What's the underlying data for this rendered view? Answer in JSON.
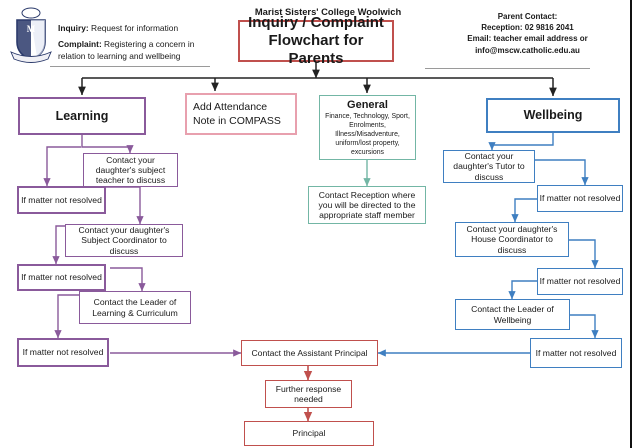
{
  "meta": {
    "school_name": "Marist Sisters' College Woolwich",
    "crest_icon": "school-crest-icon"
  },
  "legend": {
    "inquiry_label": "Inquiry:",
    "inquiry_text": " Request for information",
    "complaint_label": "Complaint:",
    "complaint_text": " Registering a concern in",
    "complaint_text2": "relation to learning and wellbeing"
  },
  "contact": {
    "line1": "Parent Contact:",
    "line2": "Reception: 02 9816 2041",
    "line3": "Email: teacher email address or",
    "line4": "info@mscw.catholic.edu.au"
  },
  "title": {
    "line1": "Inquiry / Complaint",
    "line2": "Flowchart for Parents"
  },
  "categories": {
    "learning": "Learning",
    "attendance": "Add Attendance",
    "attendance2": "Note in COMPASS",
    "general_title": "General",
    "general_body": "Finance, Technology, Sport, Enrolments, Illness/Misadventure, uniform/lost property, excursions",
    "wellbeing": "Wellbeing"
  },
  "learning_branch": {
    "step1": "Contact your daughter's subject teacher to discuss",
    "unresolved1": "If matter not resolved",
    "step2": "Contact your daughter's Subject Coordinator to discuss",
    "unresolved2": "If matter not resolved",
    "step3": "Contact the Leader of Learning & Curriculum",
    "unresolved3": "If matter not resolved"
  },
  "general_branch": {
    "step1": "Contact Reception where you will be directed to the appropriate staff member"
  },
  "wellbeing_branch": {
    "step1": "Contact your daughter's Tutor to discuss",
    "unresolved1": "If matter not resolved",
    "step2": "Contact your daughter's House Coordinator to discuss",
    "unresolved2": "If matter not resolved",
    "step3": "Contact the Leader of Wellbeing",
    "unresolved3": "If matter not resolved"
  },
  "escalation": {
    "assistant_principal": "Contact the Assistant Principal",
    "further_response": "Further response needed",
    "principal": "Principal"
  },
  "colors": {
    "red": "#c0504d",
    "pink": "#e8a0ae",
    "purple": "#8a5a9b",
    "green": "#73b6a5",
    "blue": "#3f7fc1",
    "black": "#222222"
  }
}
